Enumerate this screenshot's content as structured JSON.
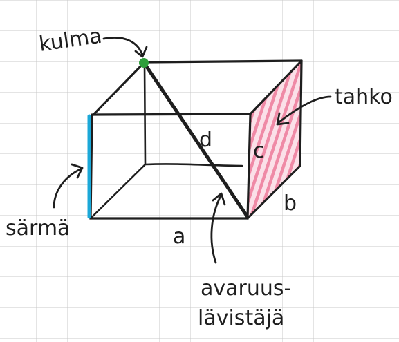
{
  "labels": {
    "vertex": "kulma",
    "face": "tahko",
    "edge": "särmä",
    "diagonal_line1": "avaruus-",
    "diagonal_line2": "lävistäjä",
    "length_a": "a",
    "width_b": "b",
    "height_c": "c",
    "diagonal_d": "d"
  },
  "colors": {
    "grid": "#c9c9c9",
    "line": "#1e1e1e",
    "vertex": "#2e9e3a",
    "edge_highlight": "#1ba8d8",
    "face_hatch": "#ef8aa6",
    "face_fill": "#fbe0e8"
  }
}
